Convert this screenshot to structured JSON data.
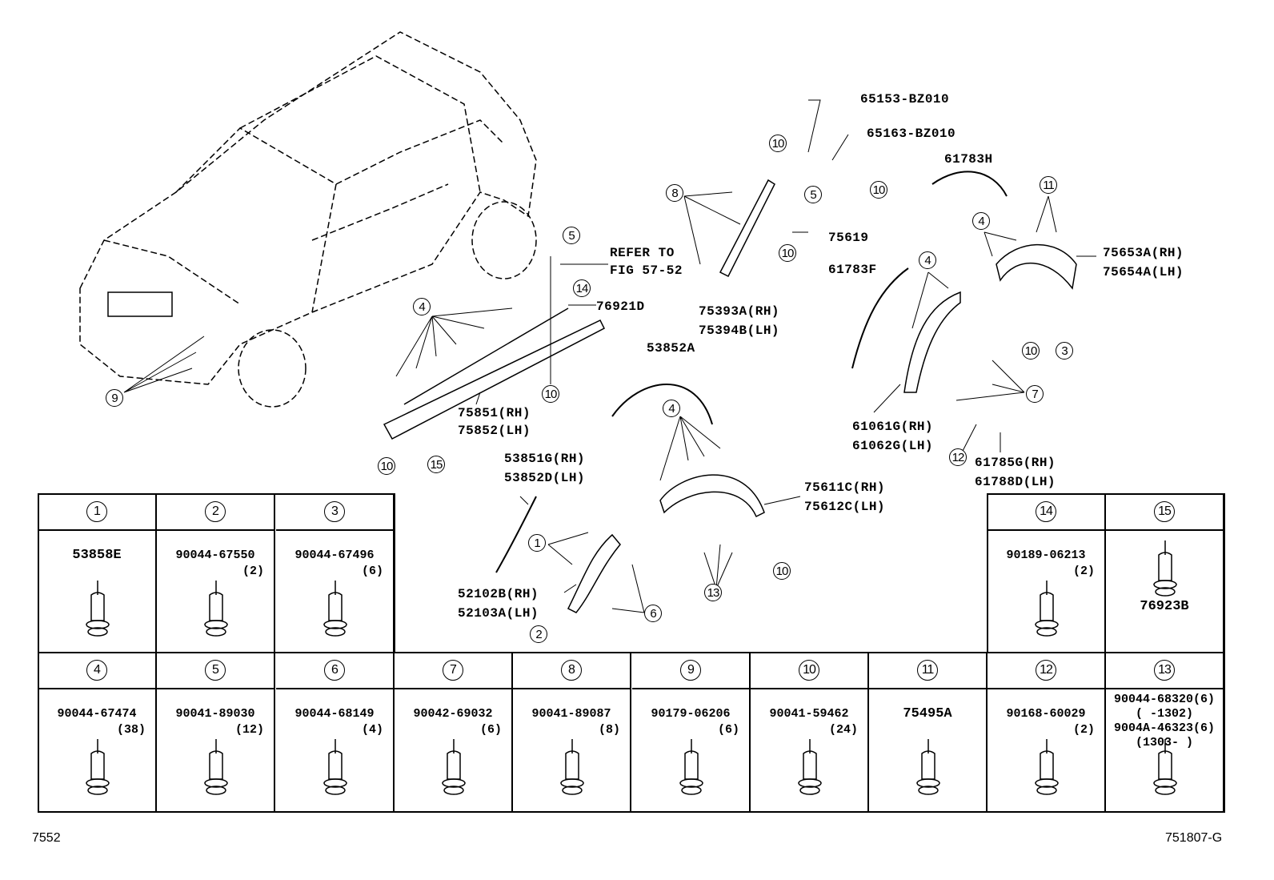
{
  "callouts": [
    {
      "text": "65153-BZ010"
    },
    {
      "text": "65163-BZ010"
    },
    {
      "text": "61783H"
    },
    {
      "text": "REFER TO"
    },
    {
      "text": "FIG 57-52"
    },
    {
      "text": "75619"
    },
    {
      "text": "76921D"
    },
    {
      "text": "75393A(RH)"
    },
    {
      "text": "75394B(LH)"
    },
    {
      "text": "61783F"
    },
    {
      "text": "75653A(RH)"
    },
    {
      "text": "75654A(LH)"
    },
    {
      "text": "53852A"
    },
    {
      "text": "75851(RH)"
    },
    {
      "text": "75852(LH)"
    },
    {
      "text": "61061G(RH)"
    },
    {
      "text": "61062G(LH)"
    },
    {
      "text": "53851G(RH)"
    },
    {
      "text": "53852D(LH)"
    },
    {
      "text": "61785G(RH)"
    },
    {
      "text": "61788D(LH)"
    },
    {
      "text": "75611C(RH)"
    },
    {
      "text": "75612C(LH)"
    },
    {
      "text": "52102B(RH)"
    },
    {
      "text": "52103A(LH)"
    }
  ],
  "markers": [
    "9",
    "5",
    "14",
    "4",
    "10",
    "10",
    "15",
    "8",
    "10",
    "10",
    "5",
    "10",
    "11",
    "4",
    "10",
    "3",
    "4",
    "7",
    "12",
    "4",
    "13",
    "10",
    "1",
    "6",
    "2"
  ],
  "table": [
    {
      "no": "1",
      "part": "53858E",
      "qty": ""
    },
    {
      "no": "2",
      "part": "90044-67550",
      "qty": "(2)"
    },
    {
      "no": "3",
      "part": "90044-67496",
      "qty": "(6)"
    },
    {
      "no": "14",
      "part": "90189-06213",
      "qty": "(2)"
    },
    {
      "no": "15",
      "part": "76923B",
      "qty": ""
    },
    {
      "no": "4",
      "part": "90044-67474",
      "qty": "(38)"
    },
    {
      "no": "5",
      "part": "90041-89030",
      "qty": "(12)"
    },
    {
      "no": "6",
      "part": "90044-68149",
      "qty": "(4)"
    },
    {
      "no": "7",
      "part": "90042-69032",
      "qty": "(6)"
    },
    {
      "no": "8",
      "part": "90041-89087",
      "qty": "(8)"
    },
    {
      "no": "9",
      "part": "90179-06206",
      "qty": "(6)"
    },
    {
      "no": "10",
      "part": "90041-59462",
      "qty": "(24)"
    },
    {
      "no": "11",
      "part": "75495A",
      "qty": ""
    },
    {
      "no": "12",
      "part": "90168-60029",
      "qty": "(2)"
    },
    {
      "no": "13",
      "part": "90044-68320(6)",
      "qty": "",
      "lines": [
        "(      -1302)",
        "9004A-46323(6)",
        "(1303-      )"
      ]
    }
  ],
  "footer": {
    "left": "7552",
    "right": "751807-G"
  }
}
